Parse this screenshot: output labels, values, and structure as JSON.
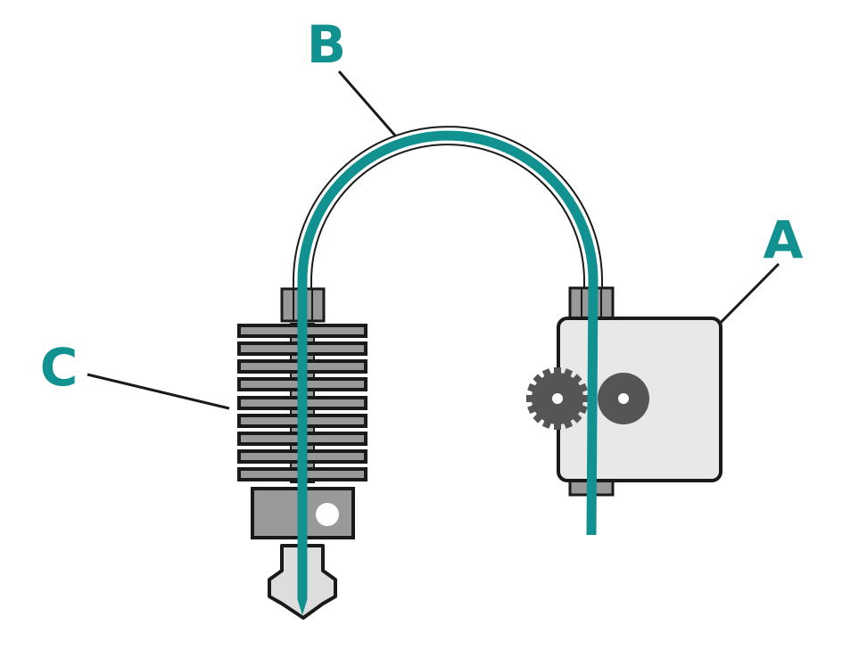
{
  "labels": {
    "a": "A",
    "b": "B",
    "c": "C"
  },
  "colors": {
    "filament": "#11918f",
    "label": "#11918f",
    "outline": "#1a1a1a",
    "dark_gray": "#999999",
    "gear": "#555555",
    "light_gray": "#e8e8e8",
    "nozzle": "#dddddd"
  }
}
